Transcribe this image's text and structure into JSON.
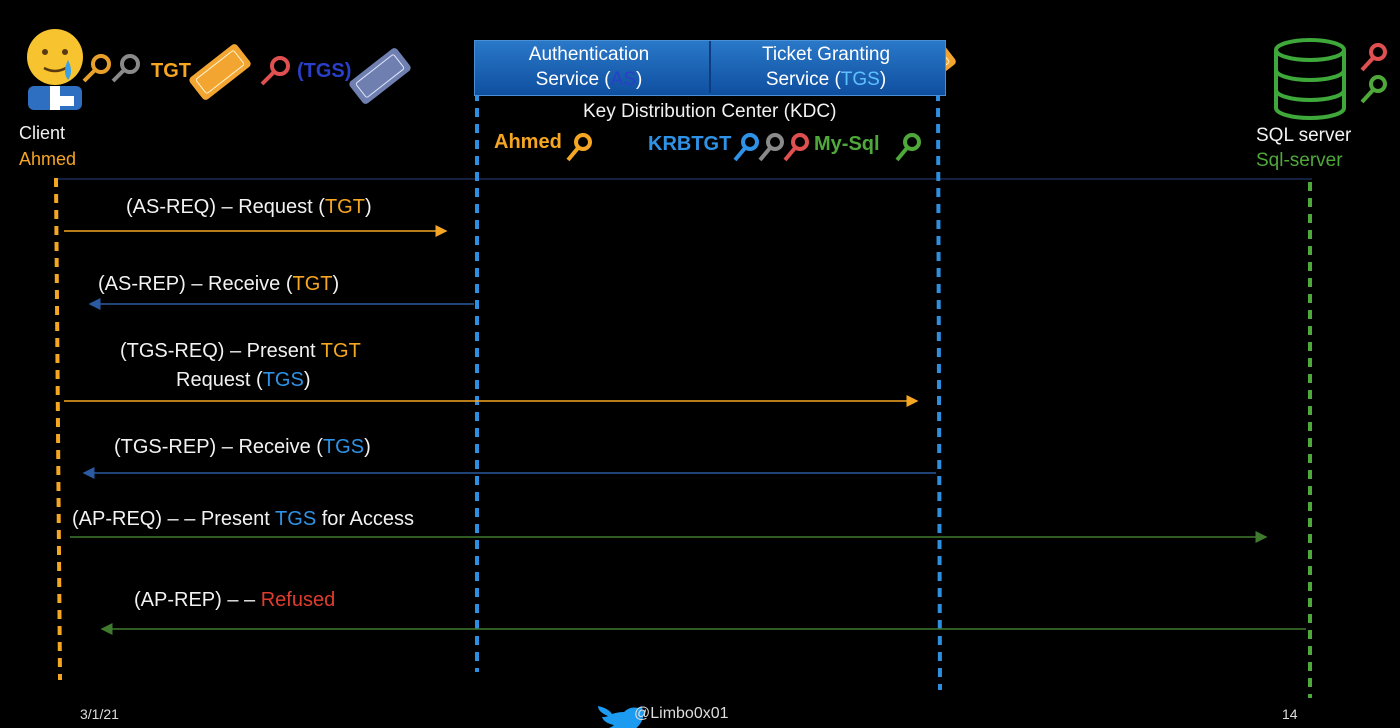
{
  "client": {
    "title": "Client",
    "name": "Ahmed",
    "tgt_label": "TGT",
    "tgs_label": "(TGS)"
  },
  "kdc": {
    "as_line1": "Authentication",
    "as_line2": "Service (",
    "as_abbr": "AS",
    "as_close": ")",
    "tgs_line1": "Ticket Granting",
    "tgs_line2": "Service (",
    "tgs_abbr": "TGS",
    "tgs_close": ")",
    "title": "Key Distribution Center (KDC)",
    "key_ahmed": "Ahmed",
    "key_krbtgt": "KRBTGT",
    "key_mysql": "My-Sql"
  },
  "server": {
    "title": "SQL server",
    "name": "Sql-server"
  },
  "messages": [
    {
      "pre": "(AS-REQ) – Request (",
      "hl": "TGT",
      "post": ")"
    },
    {
      "pre": "(AS-REP) – Receive (",
      "hl": "TGT",
      "post": ")"
    },
    {
      "pre": "(TGS-REQ) – Present ",
      "hl": "TGT",
      "post": ""
    },
    {
      "pre": "Request (",
      "hl": "TGS",
      "post": ")"
    },
    {
      "pre": "(TGS-REP) – Receive (",
      "hl": "TGS",
      "post": ")"
    },
    {
      "pre": "(AP-REQ) – – Present ",
      "hl": "TGS",
      "post": " for Access"
    },
    {
      "pre": "(AP-REP) – – ",
      "hl": "Refused",
      "post": ""
    }
  ],
  "footer": {
    "date": "3/1/21",
    "handle": "@Limbo0x01",
    "page": "14"
  },
  "colors": {
    "client": "#f5a623",
    "kdc": "#2e93e6",
    "server": "#4fa83a",
    "refused": "#e03c2e"
  }
}
